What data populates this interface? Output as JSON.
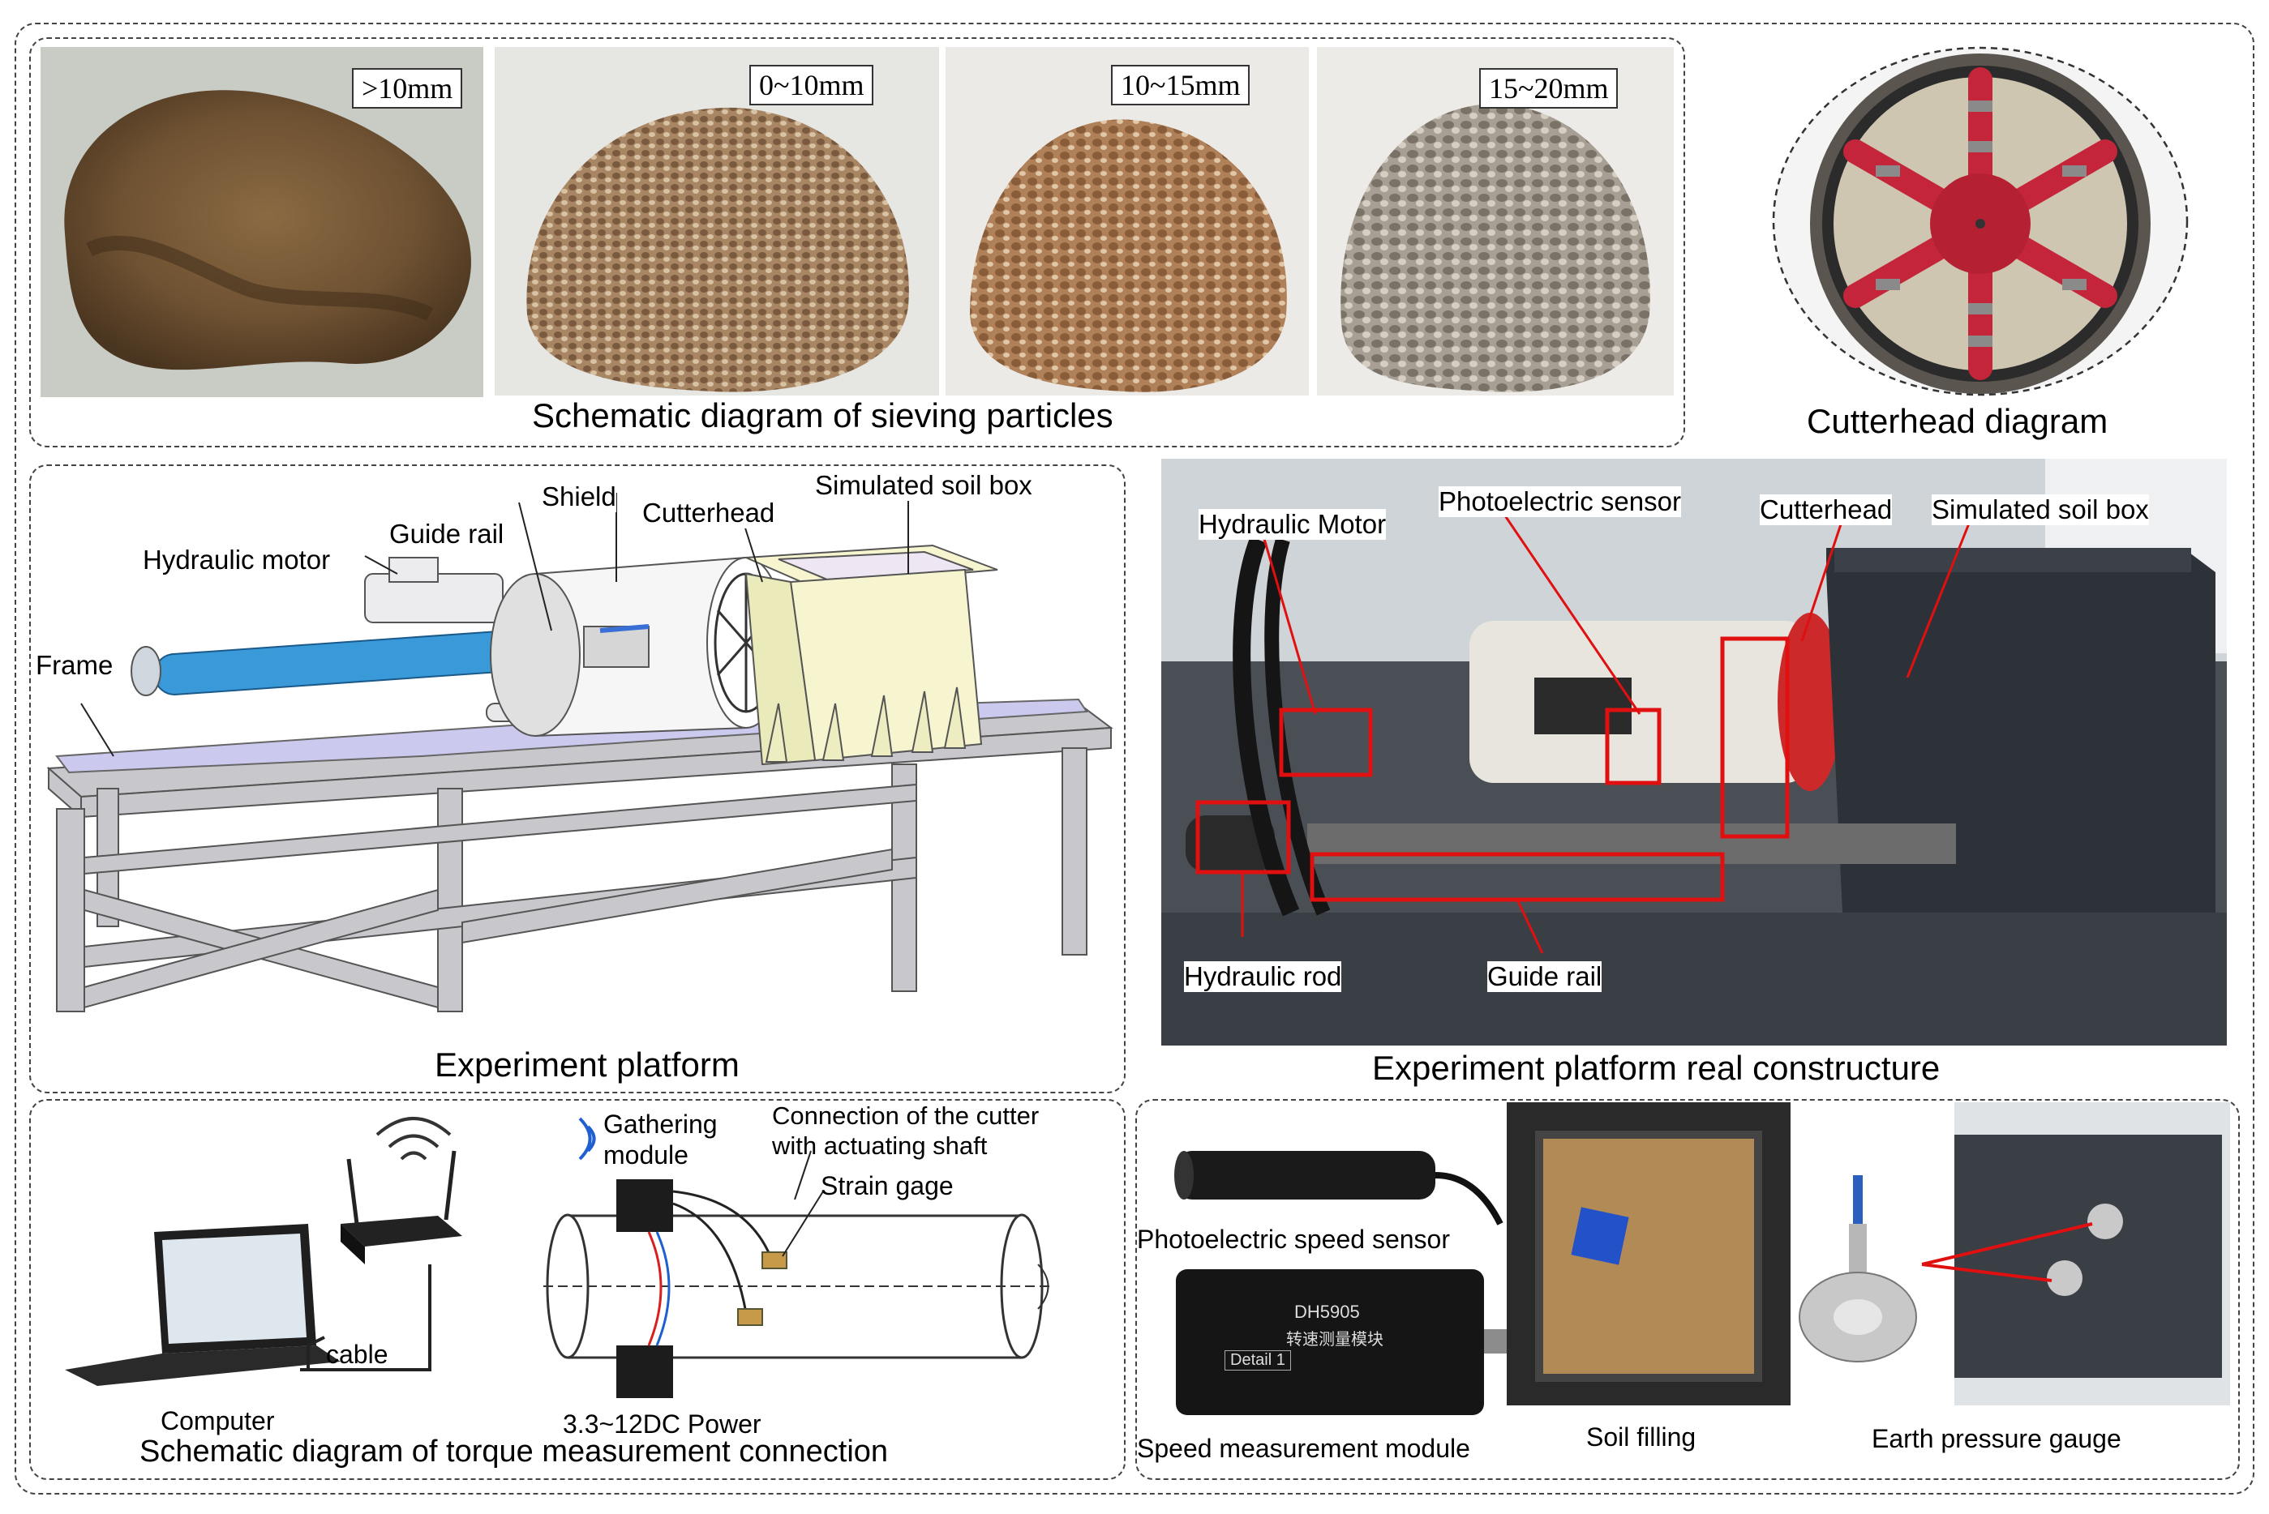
{
  "panels": {
    "sieving": {
      "caption": "Schematic diagram of sieving particles",
      "tags": [
        ">10mm",
        "0~10mm",
        "10~15mm",
        "15~20mm"
      ]
    },
    "cutterhead": {
      "caption": "Cutterhead diagram"
    },
    "platform": {
      "caption": "Experiment platform",
      "labels": {
        "simulated_soil_box": "Simulated soil box",
        "shield": "Shield",
        "cutterhead": "Cutterhead",
        "guide_rail": "Guide rail",
        "hydraulic_motor": "Hydraulic motor",
        "frame": "Frame"
      }
    },
    "real": {
      "caption": "Experiment platform real constructure",
      "labels": {
        "hydraulic_motor": "Hydraulic Motor",
        "photoelectric_sensor": "Photoelectric sensor",
        "cutterhead": "Cutterhead",
        "simulated_soil_box": "Simulated soil box",
        "hydraulic_rod": "Hydraulic rod",
        "guide_rail": "Guide rail"
      }
    },
    "torque": {
      "caption": "Schematic diagram of torque measurement connection",
      "labels": {
        "gathering_module": "Gathering\nmodule",
        "connection": "Connection of the cutter\nwith actuating shaft",
        "strain_gage": "Strain gage",
        "cable": "cable",
        "computer": "Computer",
        "power": "3.3~12DC Power"
      }
    },
    "sensors": {
      "labels": {
        "photoelectric_speed_sensor": "Photoelectric speed sensor",
        "speed_measurement_module": "Speed measurement module",
        "soil_filling": "Soil filling",
        "earth_pressure_gauge": "Earth pressure gauge"
      },
      "device_text": {
        "model": "DH5905",
        "chinese": "转速测量模块",
        "detail": "Detail  1"
      }
    }
  },
  "colors": {
    "annotation_red": "#e01010",
    "frame_gray": "#c8c8cc",
    "rod_blue": "#3a9ad9",
    "soil_box_yellow": "#f6f5cf"
  }
}
